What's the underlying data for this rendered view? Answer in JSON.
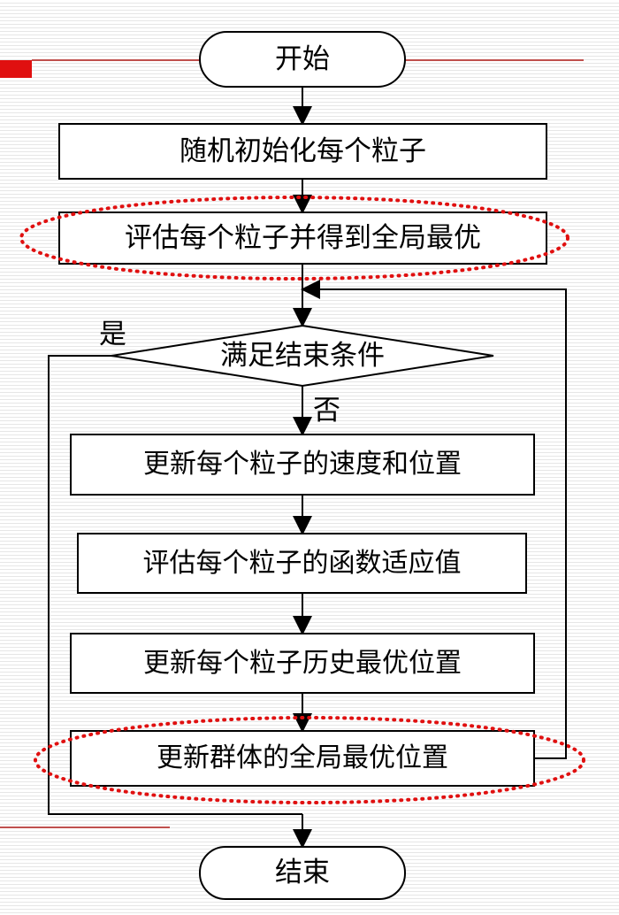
{
  "colors": {
    "accent_bar": "#e01010",
    "accent_line": "#c0504d",
    "highlight_ellipse": "#e01010",
    "shape_stroke": "#000000",
    "shape_fill": "#ffffff",
    "background_stripe": "#e6e6e6"
  },
  "flowchart": {
    "start": "开始",
    "init": "随机初始化每个粒子",
    "evaluate_global": "评估每个粒子并得到全局最优",
    "condition": "满足结束条件",
    "yes": "是",
    "no": "否",
    "update_velocity": "更新每个粒子的速度和位置",
    "evaluate_fitness": "评估每个粒子的函数适应值",
    "update_pbest": "更新每个粒子历史最优位置",
    "update_gbest": "更新群体的全局最优位置",
    "end": "结束"
  }
}
